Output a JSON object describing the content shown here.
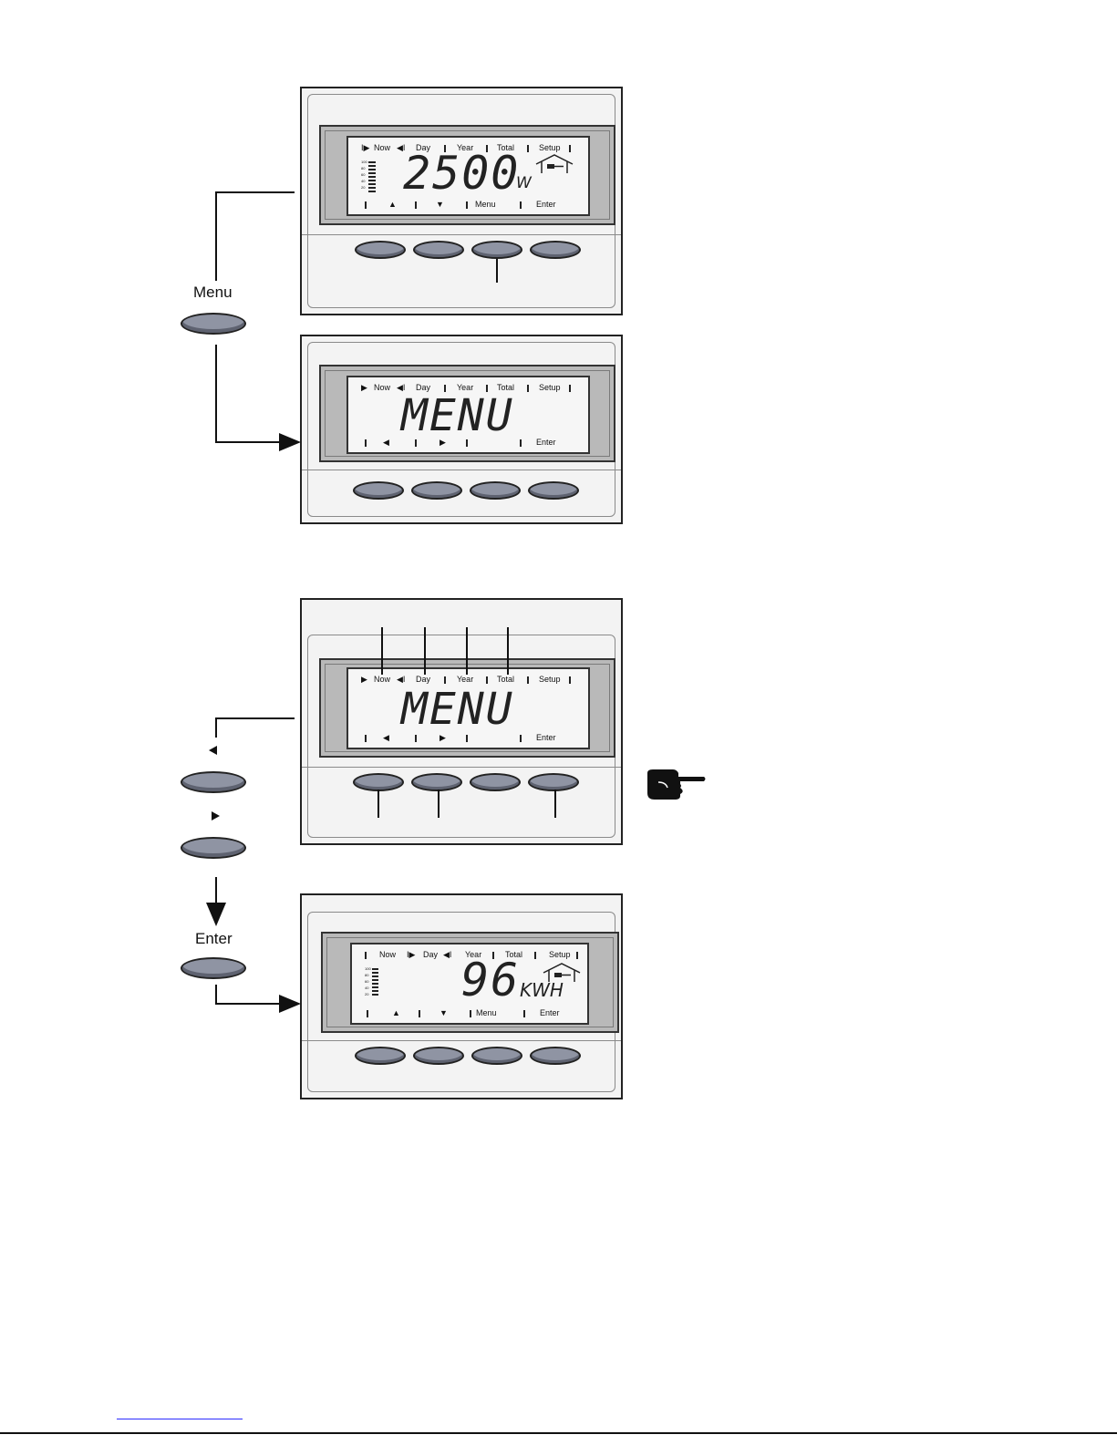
{
  "side": {
    "menu_label": "Menu",
    "enter_label": "Enter",
    "left_arrow": "◀",
    "right_arrow": "▶"
  },
  "displays": {
    "d1": {
      "tabs": [
        "Now",
        "Day",
        "Year",
        "Total",
        "Setup"
      ],
      "value": "2500",
      "unit": "W",
      "level_scale": [
        "100",
        "80",
        "60",
        "40",
        "20"
      ],
      "bottom": {
        "up": "▲",
        "down": "▼",
        "menu": "Menu",
        "enter": "Enter"
      }
    },
    "d2": {
      "tabs": [
        "Now",
        "Day",
        "Year",
        "Total",
        "Setup"
      ],
      "value": "MENU",
      "bottom": {
        "left": "◀",
        "right": "▶",
        "enter": "Enter"
      }
    },
    "d3": {
      "tabs": [
        "Now",
        "Day",
        "Year",
        "Total",
        "Setup"
      ],
      "value": "MENU",
      "bottom": {
        "left": "◀",
        "right": "▶",
        "enter": "Enter"
      }
    },
    "d4": {
      "tabs": [
        "Now",
        "Day",
        "Year",
        "Total",
        "Setup"
      ],
      "value": "96",
      "unit": "KWH",
      "level_scale": [
        "100",
        "80",
        "60",
        "40",
        "20"
      ],
      "bottom": {
        "up": "▲",
        "down": "▼",
        "menu": "Menu",
        "enter": "Enter"
      }
    }
  },
  "icons": {
    "house": "house-plug-icon",
    "hand": "pointing-hand-icon"
  },
  "colors": {
    "button": "#8f94a3",
    "bezel": "#b9b9b9"
  }
}
